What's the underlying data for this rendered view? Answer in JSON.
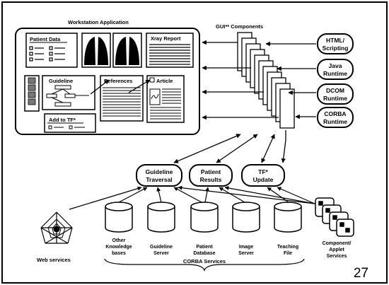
{
  "workstation_title": "Workstation Application",
  "gui_components_title": "GUI** Components",
  "panels": {
    "patient_data": "Patient Data",
    "xray_report": "Xray Report",
    "guideline": "Guideline",
    "references": "References",
    "article": "Article",
    "add_to_tf": "Add to TF*"
  },
  "runtimes": [
    {
      "line1": "HTML/",
      "line2": "Scripting"
    },
    {
      "line1": "Java",
      "line2": "Runtime"
    },
    {
      "line1": "DCOM",
      "line2": "Runtime"
    },
    {
      "line1": "CORBA",
      "line2": "Runtime"
    }
  ],
  "middle": {
    "guideline_traversal": {
      "line1": "Guideline",
      "line2": "Traversal"
    },
    "patient_results": {
      "line1": "Patient",
      "line2": "Results"
    },
    "tf_update": {
      "line1": "TF*",
      "line2": "Update"
    }
  },
  "databases": [
    {
      "lines": [
        "Other",
        "Knowledge",
        "bases"
      ]
    },
    {
      "lines": [
        "Guideline",
        "Server"
      ]
    },
    {
      "lines": [
        "Patient",
        "Database"
      ]
    },
    {
      "lines": [
        "Image",
        "Server"
      ]
    },
    {
      "lines": [
        "Teaching",
        "File"
      ]
    }
  ],
  "web_services": "Web services",
  "component_services": {
    "lines": [
      "Component/",
      "Applet",
      "Services"
    ]
  },
  "corba_services": "CORBA Services",
  "page_number": "27"
}
